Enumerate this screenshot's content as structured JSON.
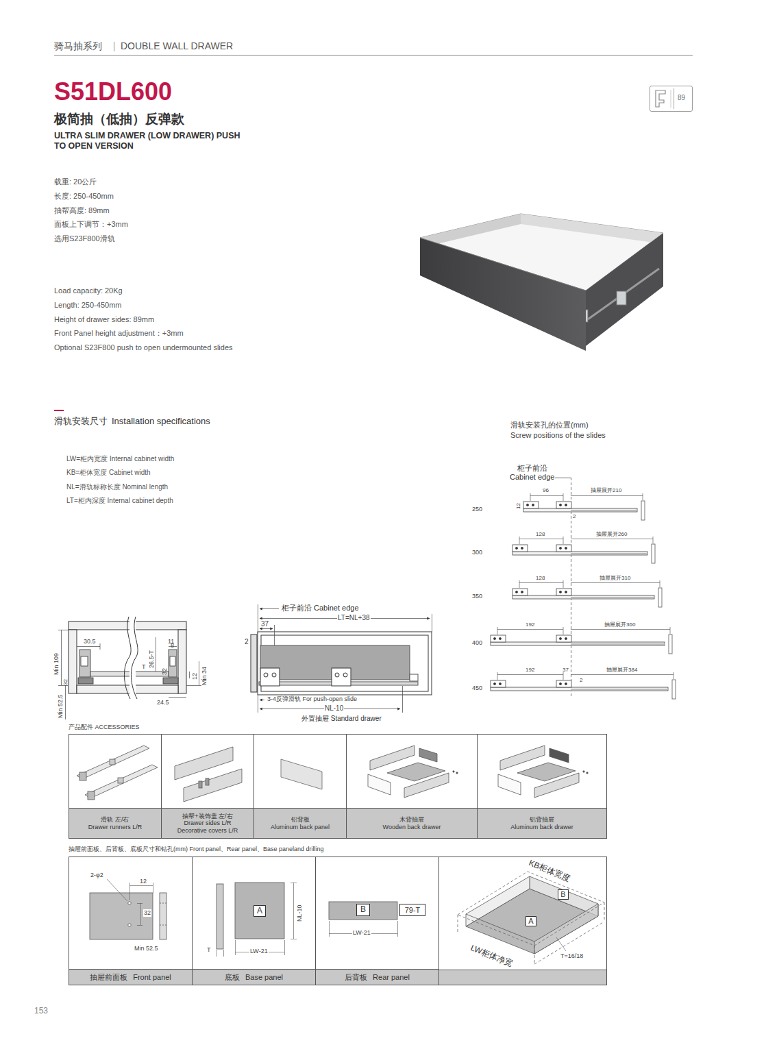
{
  "diagram": {
    "title": "S51DL600",
    "nodes": [
      {
        "text": [
          "89"
        ]
      },
      {
        "text": [
          "滑轨 左/右",
          "Drawer runners L/R"
        ]
      },
      {
        "text": [
          "抽帮+装饰盖 左/右",
          "Drawer sides L/R",
          "Decorative covers L/R"
        ]
      },
      {
        "text": [
          "铝背板",
          "Aluminum back panel"
        ]
      },
      {
        "text": [
          "木背抽屉",
          "Wooden back drawer"
        ]
      },
      {
        "text": [
          "铝背抽屉",
          "Aluminum back drawer"
        ]
      },
      {
        "text": [
          "抽屉前面板",
          "Front panel"
        ]
      },
      {
        "text": [
          "底板",
          "Base panel"
        ]
      },
      {
        "text": [
          "A"
        ],
        "in": 7
      },
      {
        "text": [
          "后背板",
          "Rear panel"
        ]
      },
      {
        "text": [
          "B"
        ],
        "in": 9
      },
      {
        "text": [
          "79-T"
        ],
        "in": 9
      },
      {
        "text": [
          "B"
        ]
      },
      {
        "text": [
          "A"
        ]
      }
    ],
    "labels": [
      "骑马抽系列",
      "DOUBLE WALL DRAWER",
      "极简抽（低抽）反弹款",
      "ULTRA SLIM DRAWER (LOW DRAWER) PUSH TO OPEN VERSION",
      "载重: 20公斤",
      "长度: 250-450mm",
      "抽帮高度: 89mm",
      "面板上下调节：+3mm",
      "选用S23F800滑轨",
      "Load capacity: 20Kg",
      "Length: 250-450mm",
      "Height of drawer sides: 89mm",
      "Front Panel height adjustment：+3mm",
      "Optional S23F800 push to open undermounted slides",
      "滑轨安装尺寸",
      "Installation specifications",
      "LW=柜内宽度 Internal cabinet width",
      "KB=柜体宽度 Cabinet width",
      "NL=滑轨标称长度 Nominal length",
      "LT=柜内深度 Internal cabinet depth",
      "滑轨安装孔的位置(mm)",
      "Screw positions of the slides",
      "30.5",
      "11",
      "26.5-T",
      "T",
      "32",
      "8",
      "12",
      "Min 34",
      "Min 109",
      "32",
      "Min 52.5",
      "24.5",
      "柜子前沿 Cabinet edge",
      "LT=NL+38",
      "37",
      "2",
      "3-4反弹滑轨 For push-open slide",
      "NL-10",
      "外置抽屉 Standard drawer",
      "柜子前沿",
      "Cabinet edge",
      "96",
      "12",
      "抽屉展开210",
      "250",
      "2",
      "128",
      "抽屉展开260",
      "300",
      "128",
      "抽屉展开310",
      "350",
      "192",
      "抽屉展开360",
      "400",
      "192",
      "37",
      "抽屉展开384",
      "450",
      "2",
      "产品配件 ACCESSORIES",
      "抽屉前面板、后背板、底板尺寸和钻孔(mm) Front panel、Rear panel、Base paneland drilling",
      "2-φ2",
      "12",
      "32",
      "Min 52.5",
      "T",
      "NL-10",
      "LW-21",
      "LW-21",
      "KB柜体宽度",
      "LW柜体净宽",
      "T=16/18",
      "153"
    ]
  }
}
